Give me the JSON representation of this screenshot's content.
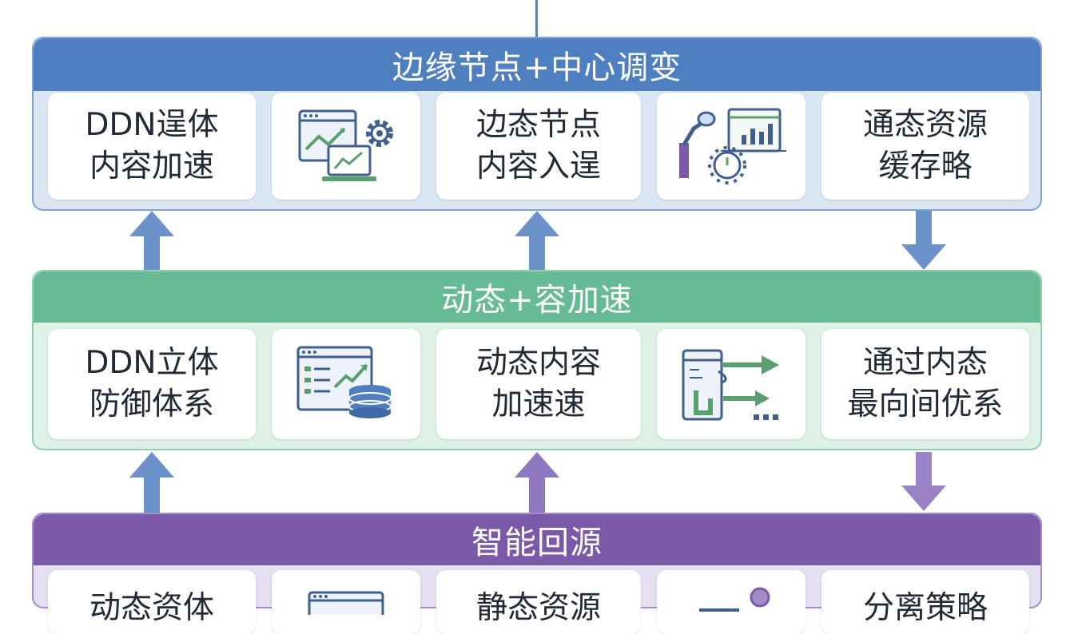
{
  "colors": {
    "blue": "#4e7fc0",
    "blue_light": "#dbe6f5",
    "green": "#66bb94",
    "green_light": "#ddf1e7",
    "purple": "#7a5aa8",
    "purple_light": "#e6def1",
    "arrow_blue": "#6b93c9",
    "arrow_purple": "#9a82c4"
  },
  "tiers": {
    "top": {
      "title": "边缘节点+中心调变",
      "cards": [
        "DDN逞体\n内容加速",
        "边态节点\n内容入逞",
        "通态资源\n缓存略"
      ],
      "icons": [
        "chart-gear-icon",
        "robot-dashboard-icon"
      ]
    },
    "middle": {
      "title": "动态+容加速",
      "cards": [
        "DDN立体\n防御体系",
        "动态内容\n加速速",
        "通过内态\n最向间优系"
      ],
      "icons": [
        "dashboard-database-icon",
        "flow-arrows-icon"
      ]
    },
    "bottom": {
      "title": "智能回源",
      "cards": [
        "动态资体",
        "静态资源",
        "分离策略"
      ],
      "icons": [
        "window-icon",
        "user-pin-icon"
      ]
    }
  }
}
